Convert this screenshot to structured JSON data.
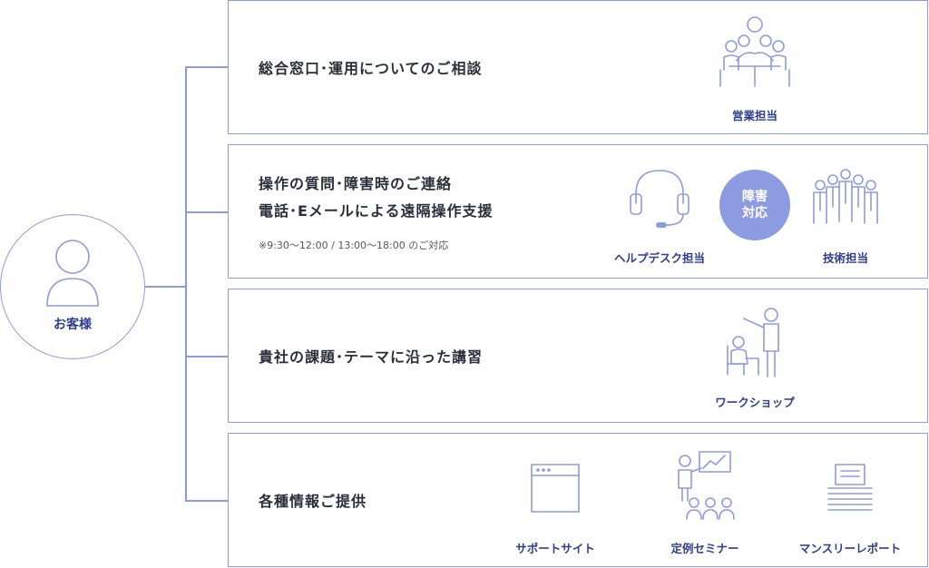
{
  "colors": {
    "accent": "#8d9be0",
    "label": "#2f3d8f",
    "text": "#2b2f3a"
  },
  "customer": {
    "label": "お客様",
    "icon": "person-icon"
  },
  "rows": [
    {
      "title_lines": [
        "総合窓口･運用についてのご相談"
      ],
      "icons": [
        {
          "name": "meeting-icon",
          "label": "営業担当"
        }
      ]
    },
    {
      "title_lines": [
        "操作の質問･障害時のご連絡",
        "電話･Eメールによる遠隔操作支援"
      ],
      "note": "※9:30〜12:00 / 13:00〜18:00 のご対応",
      "badge": {
        "line1": "障害",
        "line2": "対応"
      },
      "icons": [
        {
          "name": "headset-icon",
          "label": "ヘルプデスク担当"
        },
        {
          "name": "team-icon",
          "label": "技術担当"
        }
      ]
    },
    {
      "title_lines": [
        "貴社の課題･テーマに沿った講習"
      ],
      "icons": [
        {
          "name": "instructor-icon",
          "label": "ワークショップ"
        }
      ]
    },
    {
      "title_lines": [
        "各種情報ご提供"
      ],
      "icons": [
        {
          "name": "browser-window-icon",
          "label": "サポートサイト"
        },
        {
          "name": "seminar-icon",
          "label": "定例セミナー"
        },
        {
          "name": "report-stack-icon",
          "label": "マンスリーレポート"
        }
      ]
    }
  ]
}
